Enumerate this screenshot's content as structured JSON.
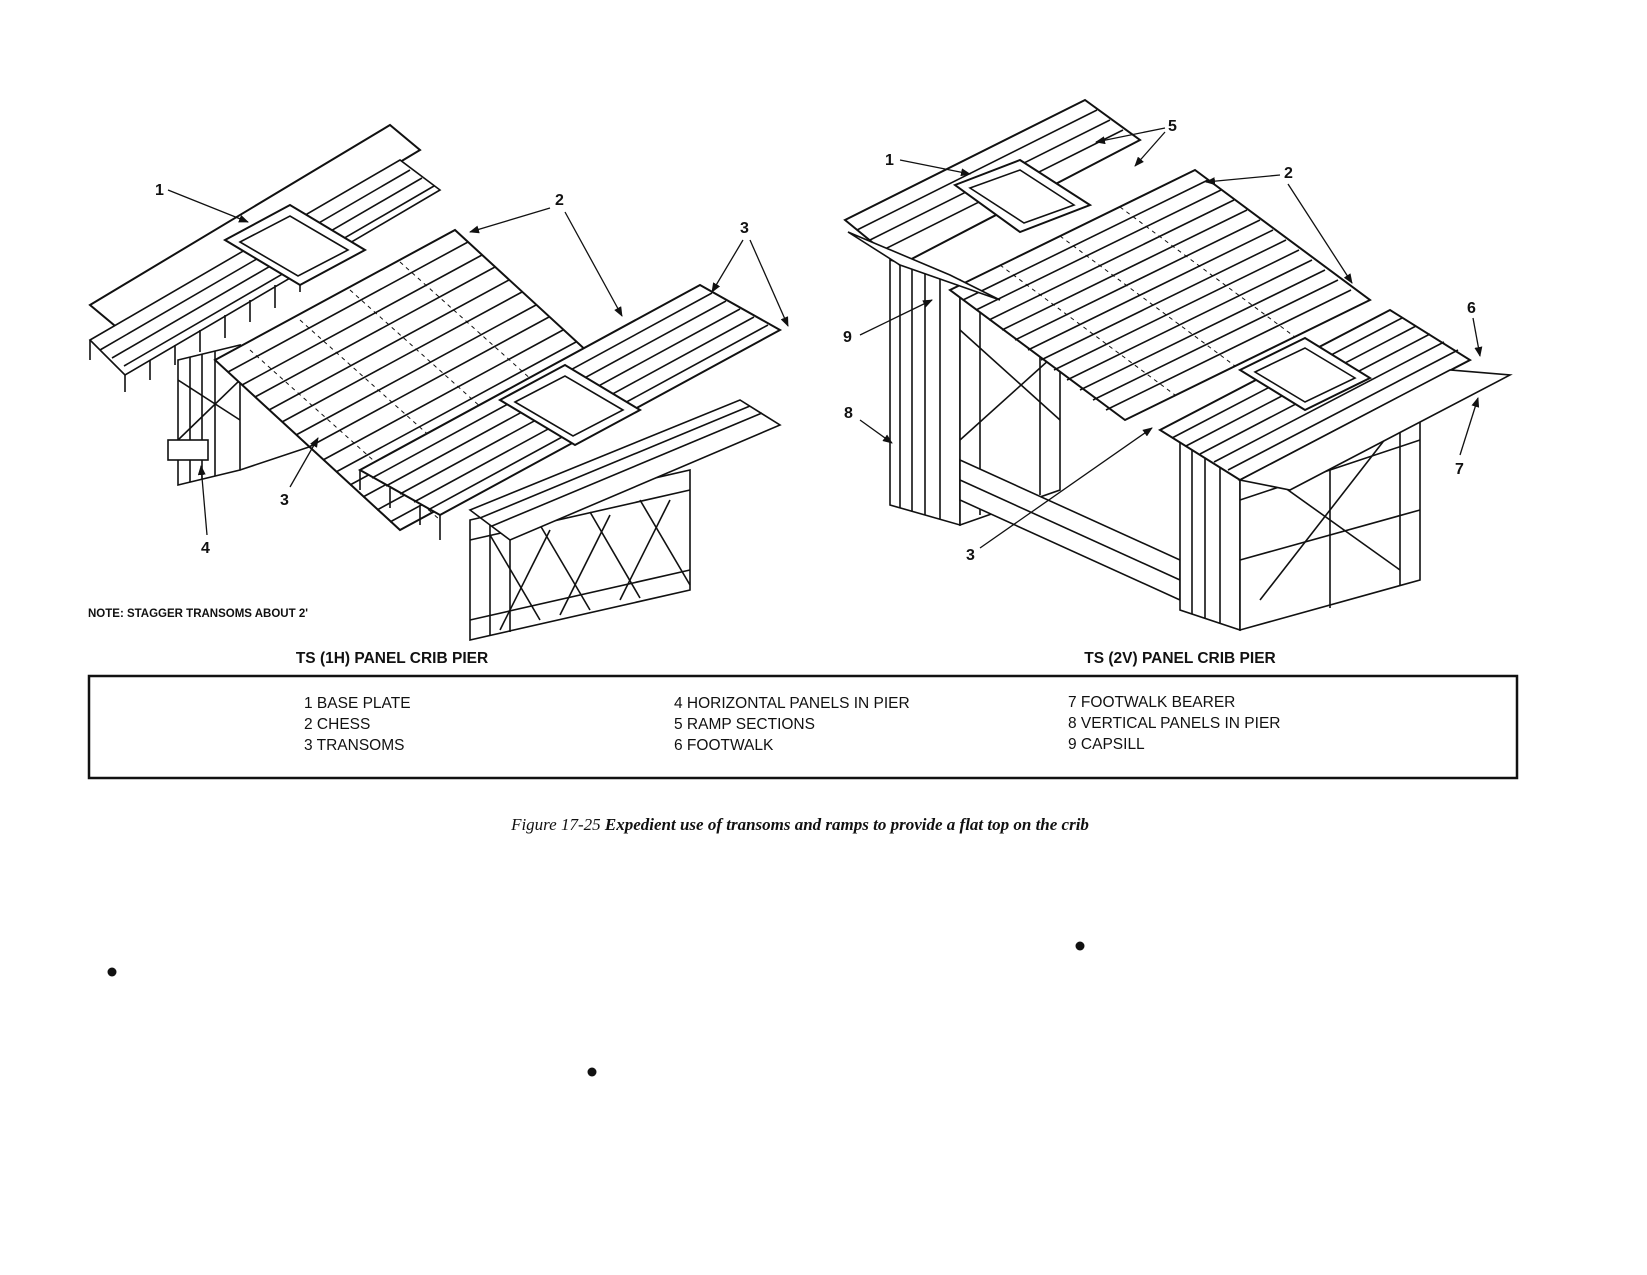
{
  "left_pier": {
    "title": "TS (1H) PANEL CRIB PIER",
    "note": "NOTE:  STAGGER TRANSOMS ABOUT 2'",
    "callouts": [
      "1",
      "2",
      "3",
      "3",
      "4"
    ]
  },
  "right_pier": {
    "title": "TS (2V) PANEL CRIB PIER",
    "callouts": [
      "1",
      "5",
      "2",
      "9",
      "8",
      "6",
      "7",
      "3"
    ]
  },
  "legend": {
    "col1": [
      "1 BASE PLATE",
      "2 CHESS",
      "3 TRANSOMS"
    ],
    "col2": [
      "4 HORIZONTAL PANELS IN PIER",
      "5 RAMP SECTIONS",
      "6 FOOTWALK"
    ],
    "col3": [
      "7 FOOTWALK BEARER",
      "8 VERTICAL PANELS IN PIER",
      "9 CAPSILL"
    ]
  },
  "caption": {
    "prefix": "Figure 17-25 ",
    "text": "Expedient use of transoms and ramps to provide a flat top on the crib"
  }
}
